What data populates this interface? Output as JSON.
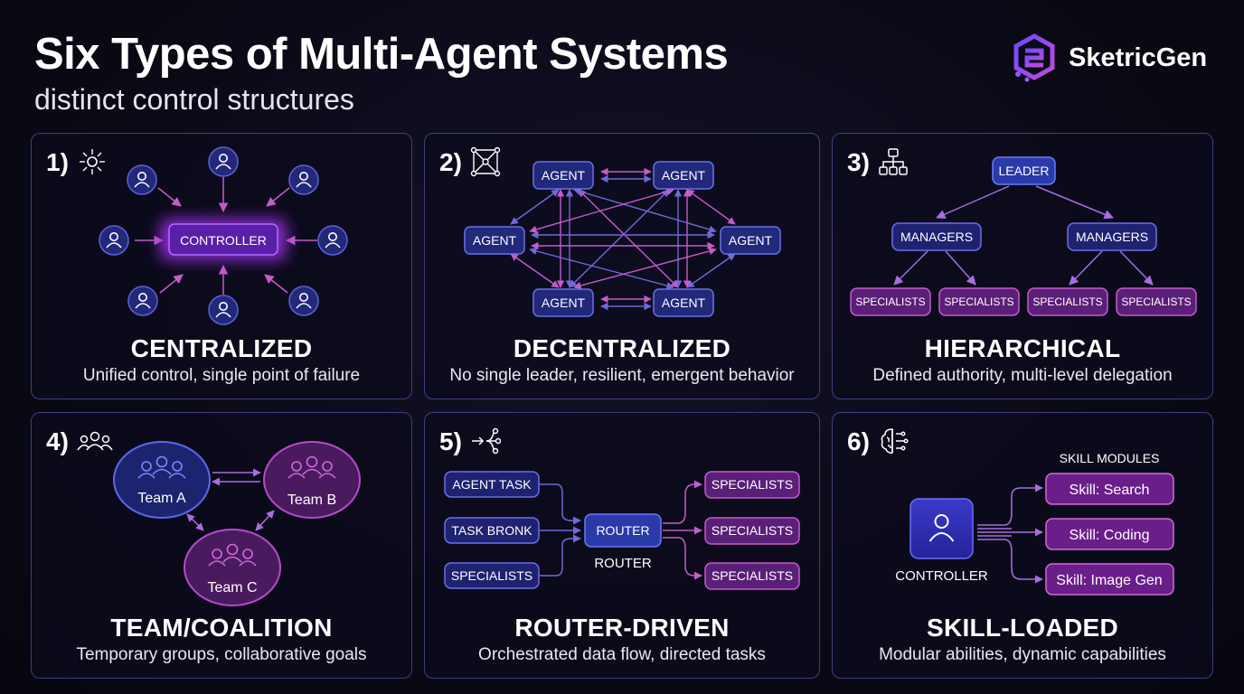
{
  "header": {
    "title": "Six Types of Multi-Agent Systems",
    "subtitle": "distinct control structures",
    "brand": "SketricGen",
    "logo_icon": "hexagon-network-logo-icon"
  },
  "colors": {
    "background": "#0a0a16",
    "panel_border": "#423c84",
    "blue_node": "#2a3aa8",
    "purple_node": "#7a2a9a",
    "arrow_blue": "#6f6ad8",
    "arrow_magenta": "#c25dc8"
  },
  "panels": [
    {
      "number": "1)",
      "icon": "hub-icon",
      "title": "CENTRALIZED",
      "description": "Unified control, single point of failure",
      "nodes": {
        "controller": "CONTROLLER"
      }
    },
    {
      "number": "2)",
      "icon": "mesh-network-icon",
      "title": "DECENTRALIZED",
      "description": "No single leader, resilient, emergent behavior",
      "nodes": {
        "agent": "AGENT"
      }
    },
    {
      "number": "3)",
      "icon": "org-chart-icon",
      "title": "HIERARCHICAL",
      "description": "Defined authority, multi-level delegation",
      "nodes": {
        "leader": "LEADER",
        "manager": "MANAGERS",
        "specialist": "SPECIALISTS"
      }
    },
    {
      "number": "4)",
      "icon": "group-icon",
      "title": "TEAM/COALITION",
      "description": "Temporary groups, collaborative goals",
      "nodes": {
        "team_a": "Team A",
        "team_b": "Team B",
        "team_c": "Team C"
      }
    },
    {
      "number": "5)",
      "icon": "router-branch-icon",
      "title": "ROUTER-DRIVEN",
      "description": "Orchestrated data flow, directed tasks",
      "nodes": {
        "inputs": [
          "AGENT TASK",
          "TASK BRONK",
          "SPECIALISTS"
        ],
        "router": "ROUTER",
        "router_caption": "ROUTER",
        "outputs": [
          "SPECIALISTS",
          "SPECIALISTS",
          "SPECIALISTS"
        ]
      }
    },
    {
      "number": "6)",
      "icon": "brain-circuit-icon",
      "title": "SKILL-LOADED",
      "description": "Modular abilities, dynamic capabilities",
      "nodes": {
        "modules_label": "SKILL MODULES",
        "controller_caption": "CONTROLLER",
        "skills": [
          "Skill: Search",
          "Skill: Coding",
          "Skill: Image Gen"
        ]
      }
    }
  ]
}
